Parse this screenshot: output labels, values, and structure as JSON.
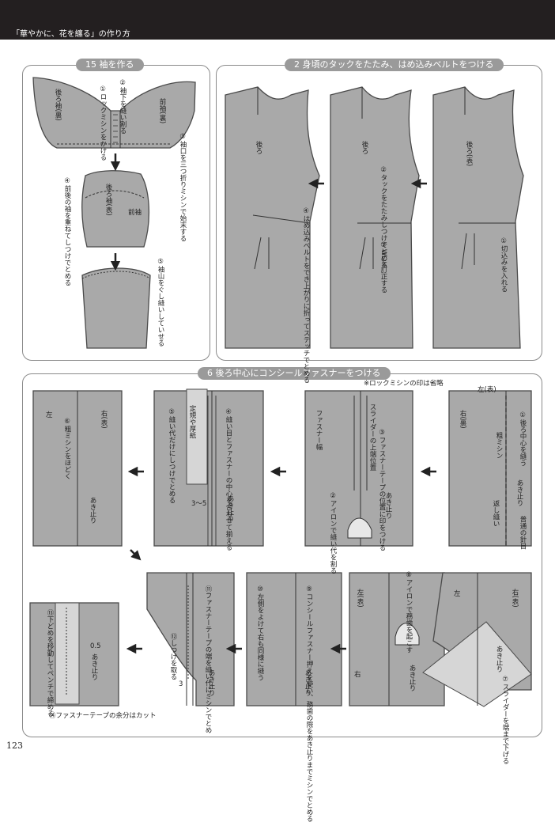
{
  "header": {
    "title": "「華やかに、花を纏る」の作り方"
  },
  "page_number": "123",
  "panel_sleeve": {
    "title": "15 袖を作る",
    "labels": {
      "back_sleeve_wrong": "後ろ袖(裏)",
      "front_sleeve_wrong": "前袖(裏)",
      "back_sleeve_right": "後ろ袖(表)",
      "front_sleeve": "前袖"
    },
    "steps": {
      "s1": "①ロックミシンをかける",
      "s2": "②袖下を縫い割る",
      "s3": "③袖口を三つ折りミシンで始末する",
      "s4": "④前後の袖を重ねてしつけでとめる",
      "s5": "⑤袖山をぐし縫いしていせる"
    }
  },
  "panel_tuck": {
    "title": "2 身頃のタックをたたみ、はめ込みベルトをつける",
    "labels": {
      "back_a": "後ろ",
      "back_b": "後ろ",
      "back_right": "後ろ(表)"
    },
    "steps": {
      "s1": "①切込みを入れる",
      "s2": "②タックをたたみしつけでとめる",
      "s3": "③WLを訂正する",
      "s4": "④はめ込みベルトをでき上がりに折ってステッチでとめる"
    }
  },
  "panel_zipper": {
    "title": "6 後ろ中心にコンシールファスナーをつける",
    "note": "※ロックミシンの印は省略",
    "labels": {
      "left_right_side": "左(表)",
      "right_wrong": "右(裏)",
      "coarse_stitch": "粗ミシン",
      "opening_end": "あき止り",
      "back_stitch": "返し縫い",
      "normal_needle": "普通の針目",
      "slider_top": "スライダーの上端位置",
      "zipper_width": "ファスナー幅",
      "card": "定規や厚紙",
      "left": "左",
      "right_face": "右(表)",
      "left_face": "左(表)",
      "right": "右",
      "measure_3_5": "3～5",
      "measure_3": "3",
      "measure_05": "0.5"
    },
    "steps": {
      "s1": "①後ろ中心を縫う",
      "s2": "②アイロンで縫い代を割る",
      "s3": "③ファスナーテープの位置に印をつける",
      "s4": "④縫い目とファスナーの中心を合わせて揃える",
      "s5": "⑤縫い代だけにしつけでとめる",
      "s6": "⑥粗ミシンをほどく",
      "s7": "⑦スライダーを端まで下げる",
      "s8": "⑧アイロンで務歯を起こす",
      "s9": "⑨コンシールファスナー押えを使い、務歯の際をあき止りまでミシンでとめる",
      "s10": "⑩左側をよけて右も同様に縫う",
      "s11": "⑪ファスナーテープの端を縫い代にミシンでとめ",
      "s12": "⑫しつけを取る",
      "s13": "⑬下どめを移動してペンチで締める",
      "s14": "⑭ファスナーテープの余分はカット"
    }
  }
}
